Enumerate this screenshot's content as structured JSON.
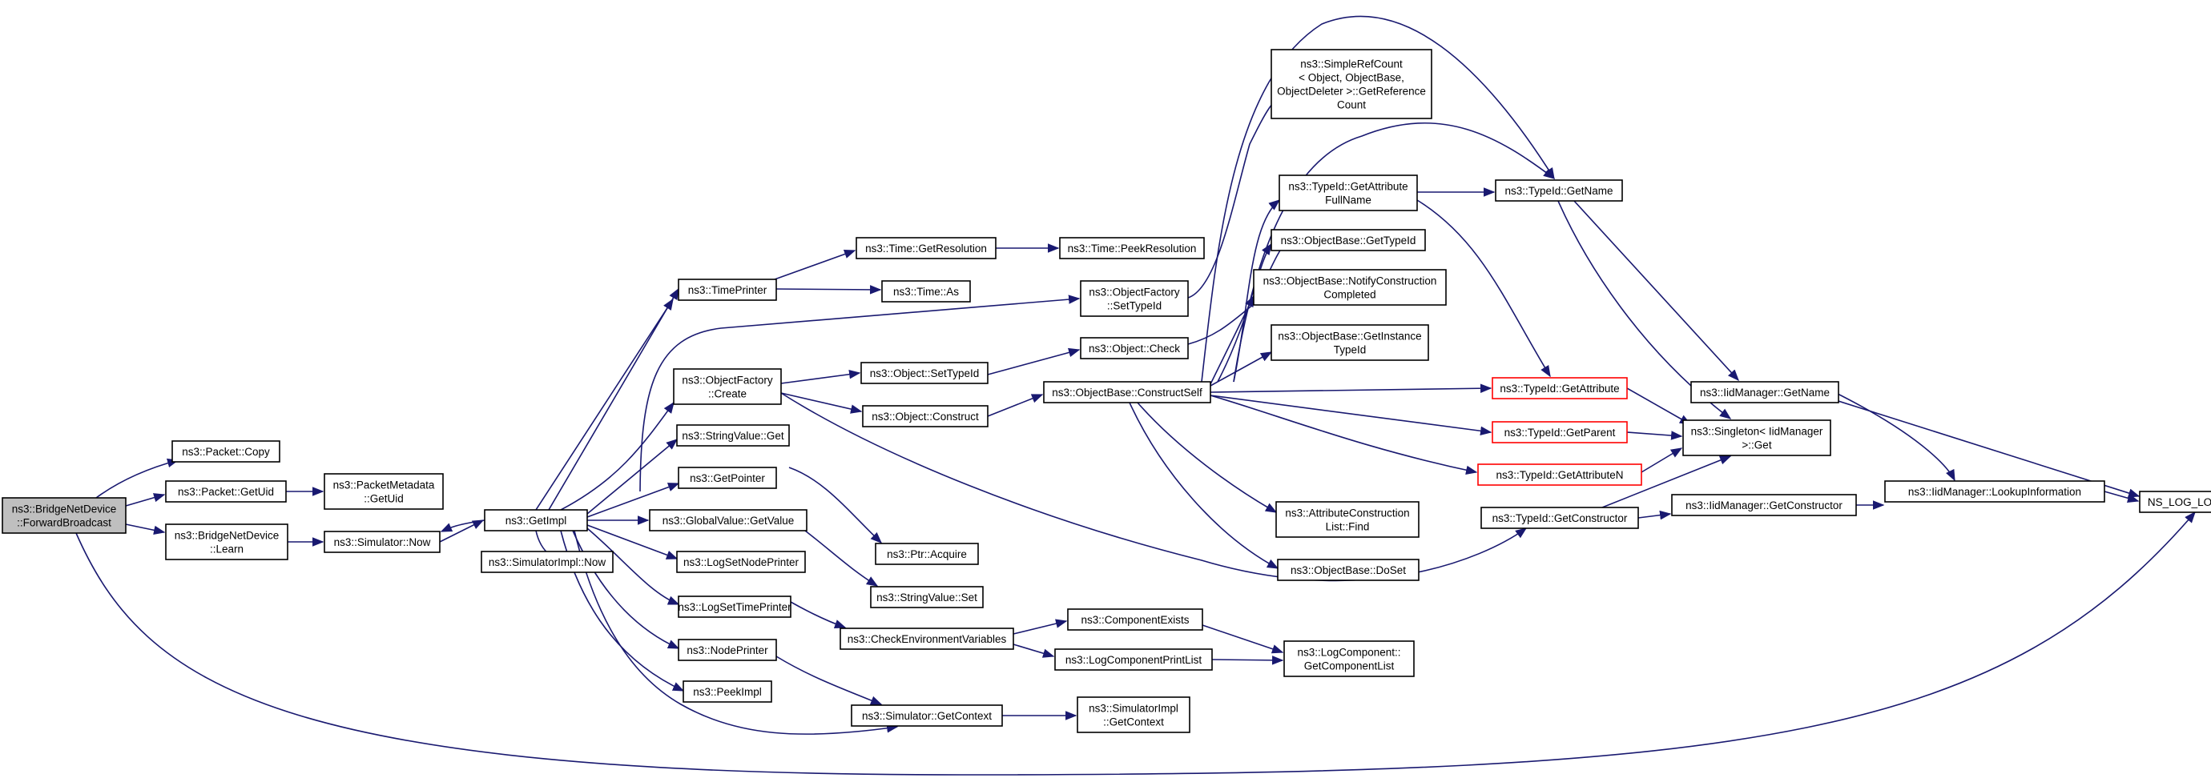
{
  "graph": {
    "title": "",
    "edge_color": "#191970",
    "node_border": "#000000",
    "node_border_highlight": "#ff0000",
    "root_fill": "#bfbfbf",
    "nodes": {
      "root": [
        "ns3::BridgeNetDevice",
        "::ForwardBroadcast"
      ],
      "packet_copy": [
        "ns3::Packet::Copy"
      ],
      "packet_getuid": [
        "ns3::Packet::GetUid"
      ],
      "bridge_learn": [
        "ns3::BridgeNetDevice",
        "::Learn"
      ],
      "packetmetadata_getuid": [
        "ns3::PacketMetadata",
        "::GetUid"
      ],
      "simulator_now": [
        "ns3::Simulator::Now"
      ],
      "getimpl": [
        "ns3::GetImpl"
      ],
      "simulatorimpl_now": [
        "ns3::SimulatorImpl::Now"
      ],
      "timeprinter": [
        "ns3::TimePrinter"
      ],
      "objectfactory_create": [
        "ns3::ObjectFactory",
        "::Create"
      ],
      "stringvalue_get": [
        "ns3::StringValue::Get"
      ],
      "getpointer": [
        "ns3::GetPointer"
      ],
      "globalvalue_getvalue": [
        "ns3::GlobalValue::GetValue"
      ],
      "logsetnodeprinter": [
        "ns3::LogSetNodePrinter"
      ],
      "logsettimeprinter": [
        "ns3::LogSetTimePrinter"
      ],
      "nodeprinter": [
        "ns3::NodePrinter"
      ],
      "peekimpl": [
        "ns3::PeekImpl"
      ],
      "time_getresolution": [
        "ns3::Time::GetResolution"
      ],
      "time_as": [
        "ns3::Time::As"
      ],
      "time_peekresolution": [
        "ns3::Time::PeekResolution"
      ],
      "object_settypeid": [
        "ns3::Object::SetTypeId"
      ],
      "object_construct": [
        "ns3::Object::Construct"
      ],
      "ptr_acquire": [
        "ns3::Ptr::Acquire"
      ],
      "stringvalue_set": [
        "ns3::StringValue::Set"
      ],
      "checkenvironmentvariables": [
        "ns3::CheckEnvironmentVariables"
      ],
      "simulator_getcontext": [
        "ns3::Simulator::GetContext"
      ],
      "objectfactory_settypeid": [
        "ns3::ObjectFactory",
        "::SetTypeId"
      ],
      "object_check": [
        "ns3::Object::Check"
      ],
      "objectbase_constructself": [
        "ns3::ObjectBase::ConstructSelf"
      ],
      "componentexists": [
        "ns3::ComponentExists"
      ],
      "logcomponentprintlist": [
        "ns3::LogComponentPrintList"
      ],
      "simulatorimpl_getcontext": [
        "ns3::SimulatorImpl",
        "::GetContext"
      ],
      "simplerefcount": [
        "ns3::SimpleRefCount",
        "< Object, ObjectBase,",
        "ObjectDeleter >::GetReference",
        "Count"
      ],
      "typeid_getattributefullname": [
        "ns3::TypeId::GetAttribute",
        "FullName"
      ],
      "objectbase_gettypeid": [
        "ns3::ObjectBase::GetTypeId"
      ],
      "objectbase_notifyconstructioncompleted": [
        "ns3::ObjectBase::NotifyConstruction",
        "Completed"
      ],
      "objectbase_getinstancetypeid": [
        "ns3::ObjectBase::GetInstance",
        "TypeId"
      ],
      "attributeconstructionlist_find": [
        "ns3::AttributeConstruction",
        "List::Find"
      ],
      "objectbase_doset": [
        "ns3::ObjectBase::DoSet"
      ],
      "logcomponent_getcomponentlist": [
        "ns3::LogComponent::",
        "GetComponentList"
      ],
      "typeid_getname": [
        "ns3::TypeId::GetName"
      ],
      "typeid_getattribute": [
        "ns3::TypeId::GetAttribute"
      ],
      "typeid_getparent": [
        "ns3::TypeId::GetParent"
      ],
      "typeid_getattributen": [
        "ns3::TypeId::GetAttributeN"
      ],
      "typeid_getconstructor": [
        "ns3::TypeId::GetConstructor"
      ],
      "singleton_get": [
        "ns3::Singleton< IidManager",
        ">::Get"
      ],
      "iidmanager_getname": [
        "ns3::IidManager::GetName"
      ],
      "iidmanager_getconstructor": [
        "ns3::IidManager::GetConstructor"
      ],
      "iidmanager_lookupinformation": [
        "ns3::IidManager::LookupInformation"
      ],
      "ns_log_logic": [
        "NS_LOG_LOGIC"
      ]
    }
  }
}
